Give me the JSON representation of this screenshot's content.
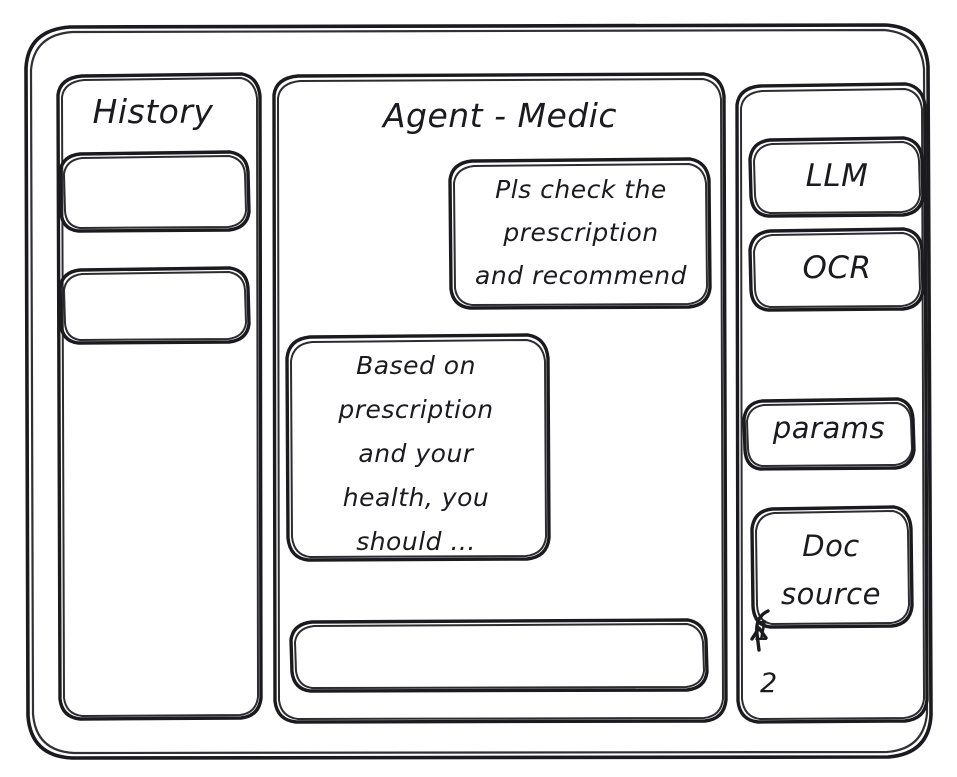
{
  "window": {
    "style": "hand-drawn-wireframe",
    "background_color": "#ffffff",
    "ink_color": "#1b1b1f"
  },
  "sidebar_left": {
    "title": "History",
    "items": [
      {
        "label": ""
      },
      {
        "label": ""
      }
    ]
  },
  "main": {
    "title": "Agent - Medic",
    "messages": [
      {
        "role": "user",
        "align": "right",
        "text": "Pls check the\nprescription\nand recommend"
      },
      {
        "role": "agent",
        "align": "left",
        "text": "Based on\nprescription\nand your\nhealth, you\nshould ..."
      }
    ],
    "composer": {
      "value": "",
      "placeholder": ""
    }
  },
  "sidebar_right": {
    "buttons": [
      {
        "label": "LLM"
      },
      {
        "label": "OCR"
      },
      {
        "label": "params"
      }
    ],
    "doc_source": {
      "label": "Doc\nsource",
      "items": [
        {
          "label": "1"
        },
        {
          "label": "2"
        }
      ]
    }
  }
}
